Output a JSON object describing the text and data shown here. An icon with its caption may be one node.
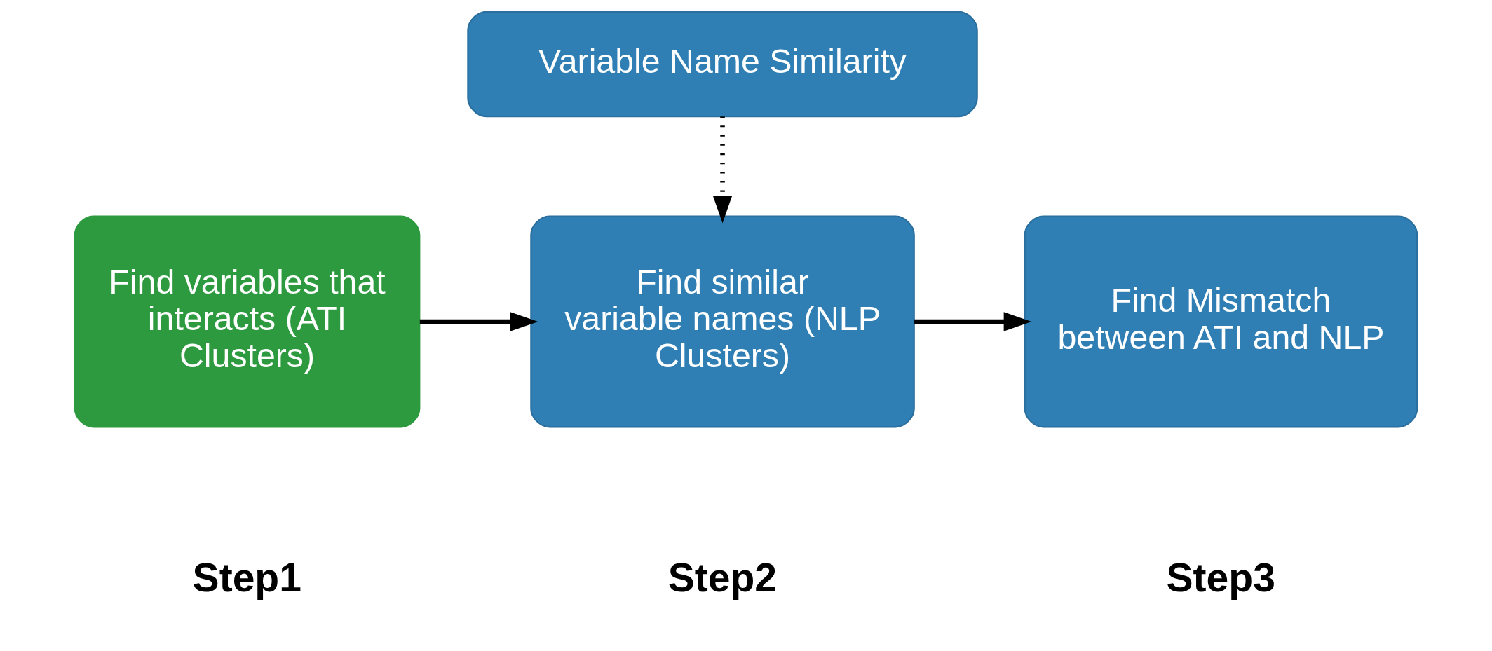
{
  "diagram": {
    "nodes": [
      {
        "text": [
          "Variable Name Similarity"
        ]
      },
      {
        "text": [
          "Find variables that interacts (ATI Clusters)"
        ],
        "beside": [
          "Step1"
        ]
      },
      {
        "text": [
          "Find similar variable names (NLP Clusters)"
        ],
        "beside": [
          "Step2"
        ]
      },
      {
        "text": [
          "Find Mismatch between ATI and NLP"
        ],
        "beside": [
          "Step3"
        ]
      }
    ],
    "edges": [
      {
        "from": 0,
        "to": 2,
        "arrow": "to",
        "style": "dashed"
      },
      {
        "from": 1,
        "to": 2,
        "arrow": "to"
      },
      {
        "from": 2,
        "to": 3,
        "arrow": "to"
      }
    ]
  }
}
